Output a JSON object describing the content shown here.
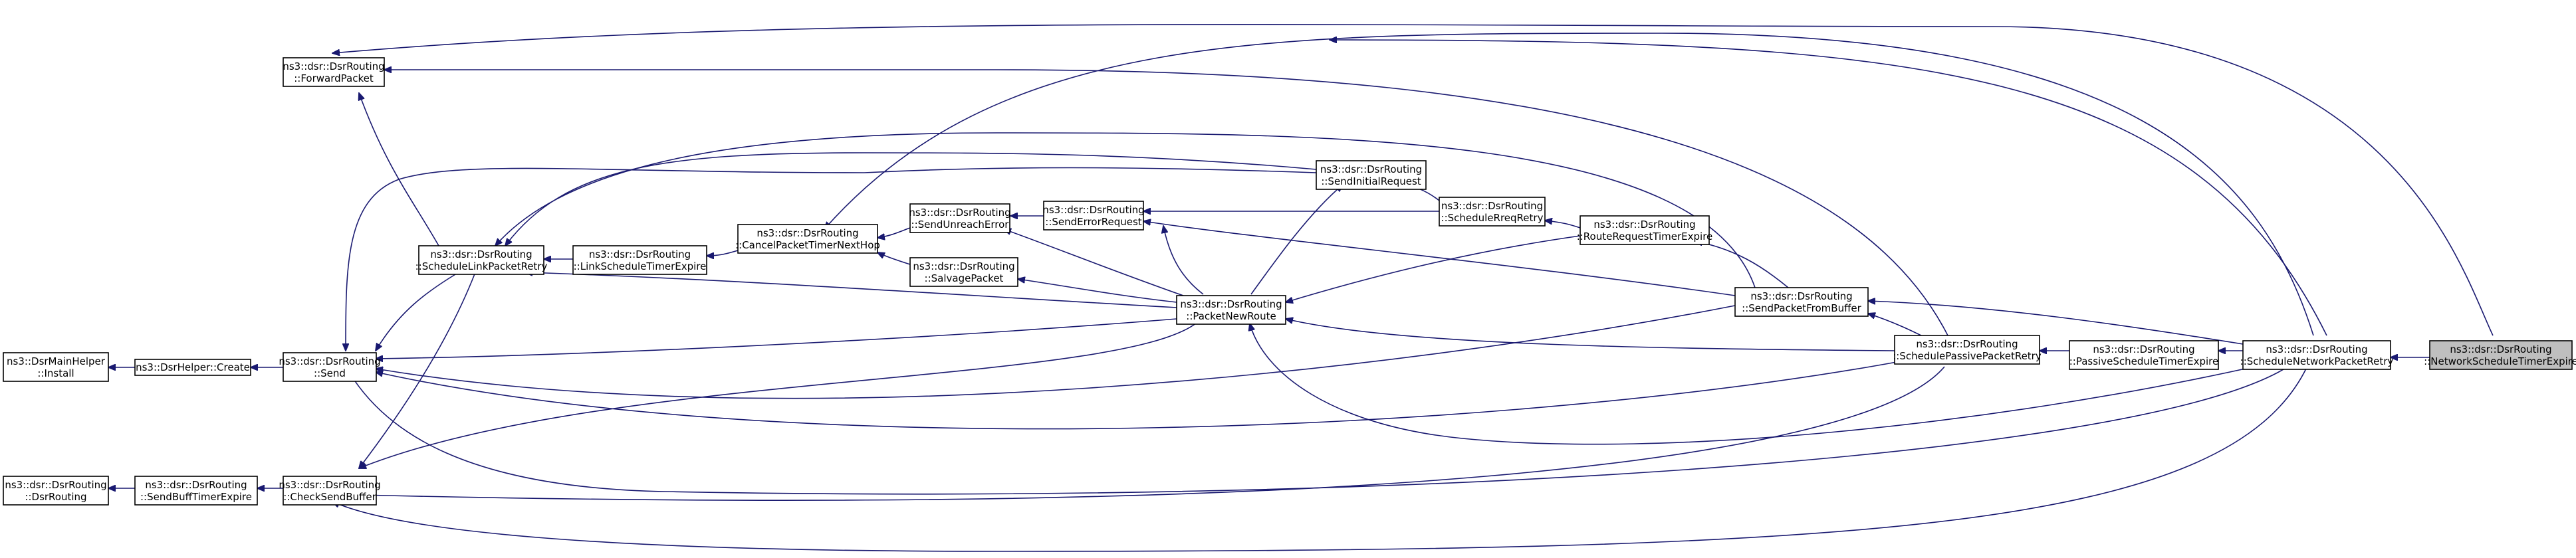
{
  "nodes": {
    "network_schedule_timer_expire": {
      "line1": "ns3::dsr::DsrRouting",
      "line2": "::NetworkScheduleTimerExpire"
    },
    "schedule_network_packet_retry": {
      "line1": "ns3::dsr::DsrRouting",
      "line2": "::ScheduleNetworkPacketRetry"
    },
    "passive_schedule_timer_expire": {
      "line1": "ns3::dsr::DsrRouting",
      "line2": "::PassiveScheduleTimerExpire"
    },
    "schedule_passive_packet_retry": {
      "line1": "ns3::dsr::DsrRouting",
      "line2": "::SchedulePassivePacketRetry"
    },
    "send_packet_from_buffer": {
      "line1": "ns3::dsr::DsrRouting",
      "line2": "::SendPacketFromBuffer"
    },
    "route_request_timer_expire": {
      "line1": "ns3::dsr::DsrRouting",
      "line2": "::RouteRequestTimerExpire"
    },
    "schedule_rreq_retry": {
      "line1": "ns3::dsr::DsrRouting",
      "line2": "::ScheduleRreqRetry"
    },
    "send_initial_request": {
      "line1": "ns3::dsr::DsrRouting",
      "line2": "::SendInitialRequest"
    },
    "packet_new_route": {
      "line1": "ns3::dsr::DsrRouting",
      "line2": "::PacketNewRoute"
    },
    "send_error_request": {
      "line1": "ns3::dsr::DsrRouting",
      "line2": "::SendErrorRequest"
    },
    "send_unreach_error": {
      "line1": "ns3::dsr::DsrRouting",
      "line2": "::SendUnreachError"
    },
    "salvage_packet": {
      "line1": "ns3::dsr::DsrRouting",
      "line2": "::SalvagePacket"
    },
    "cancel_packet_timer_next_hop": {
      "line1": "ns3::dsr::DsrRouting",
      "line2": "::CancelPacketTimerNextHop"
    },
    "link_schedule_timer_expire": {
      "line1": "ns3::dsr::DsrRouting",
      "line2": "::LinkScheduleTimerExpire"
    },
    "schedule_link_packet_retry": {
      "line1": "ns3::dsr::DsrRouting",
      "line2": "::ScheduleLinkPacketRetry"
    },
    "forward_packet": {
      "line1": "ns3::dsr::DsrRouting",
      "line2": "::ForwardPacket"
    },
    "send": {
      "line1": "ns3::dsr::DsrRouting",
      "line2": "::Send"
    },
    "check_send_buffer": {
      "line1": "ns3::dsr::DsrRouting",
      "line2": "::CheckSendBuffer"
    },
    "dsr_helper_create": {
      "line1": "ns3::DsrHelper::Create",
      "line2": ""
    },
    "dsr_main_helper_install": {
      "line1": "ns3::DsrMainHelper",
      "line2": "::Install"
    },
    "send_buff_timer_expire": {
      "line1": "ns3::dsr::DsrRouting",
      "line2": "::SendBuffTimerExpire"
    },
    "dsr_routing_ctor": {
      "line1": "ns3::dsr::DsrRouting",
      "line2": "::DsrRouting"
    }
  },
  "edges": [
    [
      "network_schedule_timer_expire",
      "schedule_network_packet_retry"
    ],
    [
      "schedule_network_packet_retry",
      "passive_schedule_timer_expire"
    ],
    [
      "passive_schedule_timer_expire",
      "schedule_passive_packet_retry"
    ],
    [
      "schedule_network_packet_retry",
      "send_packet_from_buffer"
    ],
    [
      "send_packet_from_buffer",
      "route_request_timer_expire"
    ],
    [
      "route_request_timer_expire",
      "schedule_rreq_retry"
    ],
    [
      "schedule_rreq_retry",
      "send_initial_request"
    ],
    [
      "schedule_rreq_retry",
      "send_error_request"
    ],
    [
      "send_error_request",
      "send_unreach_error"
    ],
    [
      "send_unreach_error",
      "cancel_packet_timer_next_hop"
    ],
    [
      "cancel_packet_timer_next_hop",
      "link_schedule_timer_expire"
    ],
    [
      "link_schedule_timer_expire",
      "schedule_link_packet_retry"
    ],
    [
      "send_initial_request",
      "packet_new_route"
    ],
    [
      "packet_new_route",
      "send_error_request"
    ],
    [
      "packet_new_route",
      "send_unreach_error"
    ],
    [
      "packet_new_route",
      "salvage_packet"
    ],
    [
      "salvage_packet",
      "cancel_packet_timer_next_hop"
    ],
    [
      "packet_new_route",
      "schedule_link_packet_retry"
    ],
    [
      "packet_new_route",
      "send"
    ],
    [
      "packet_new_route",
      "check_send_buffer"
    ],
    [
      "route_request_timer_expire",
      "packet_new_route"
    ],
    [
      "send_packet_from_buffer",
      "schedule_link_packet_retry"
    ],
    [
      "send_packet_from_buffer",
      "send_error_request"
    ],
    [
      "send_packet_from_buffer",
      "send"
    ],
    [
      "schedule_passive_packet_retry",
      "packet_new_route"
    ],
    [
      "schedule_passive_packet_retry",
      "send_packet_from_buffer"
    ],
    [
      "schedule_passive_packet_retry",
      "forward_packet"
    ],
    [
      "schedule_passive_packet_retry",
      "send"
    ],
    [
      "schedule_passive_packet_retry",
      "check_send_buffer"
    ],
    [
      "schedule_network_packet_retry",
      "cancel_packet_timer_next_hop"
    ],
    [
      "schedule_network_packet_retry",
      "forward_packet"
    ],
    [
      "schedule_network_packet_retry",
      "packet_new_route"
    ],
    [
      "schedule_network_packet_retry",
      "send"
    ],
    [
      "schedule_network_packet_retry",
      "check_send_buffer"
    ],
    [
      "network_schedule_timer_expire",
      "forward_packet"
    ],
    [
      "schedule_link_packet_retry",
      "forward_packet"
    ],
    [
      "schedule_link_packet_retry",
      "send"
    ],
    [
      "schedule_link_packet_retry",
      "check_send_buffer"
    ],
    [
      "send_initial_request",
      "send"
    ],
    [
      "send_initial_request",
      "schedule_link_packet_retry"
    ],
    [
      "send",
      "dsr_helper_create"
    ],
    [
      "dsr_helper_create",
      "dsr_main_helper_install"
    ],
    [
      "check_send_buffer",
      "send_buff_timer_expire"
    ],
    [
      "send_buff_timer_expire",
      "dsr_routing_ctor"
    ]
  ]
}
